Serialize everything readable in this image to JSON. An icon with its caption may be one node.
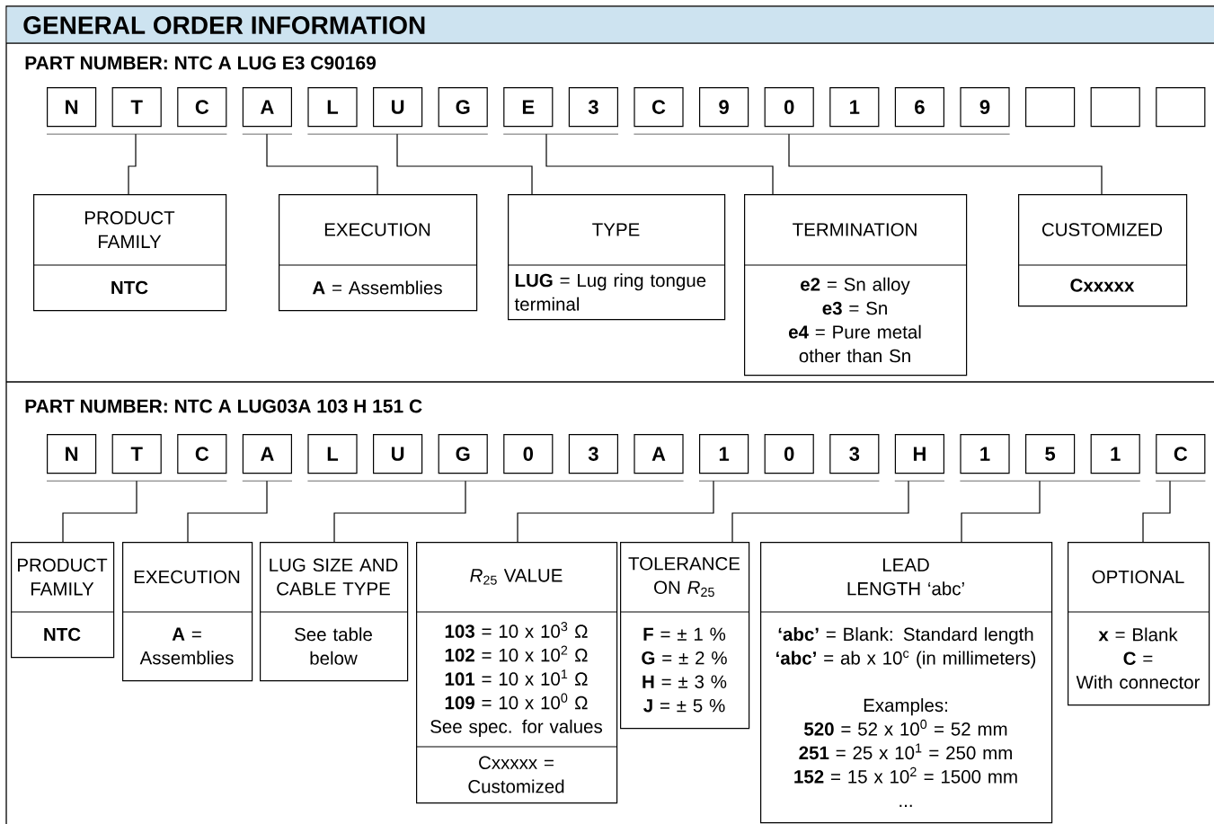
{
  "diagram": {
    "title": "GENERAL ORDER INFORMATION",
    "nodes": [
      {
        "text": [
          "N"
        ]
      },
      {
        "text": [
          "T"
        ]
      },
      {
        "text": [
          "C"
        ]
      },
      {
        "text": [
          "A"
        ]
      },
      {
        "text": [
          "L"
        ]
      },
      {
        "text": [
          "U"
        ]
      },
      {
        "text": [
          "G"
        ]
      },
      {
        "text": [
          "E"
        ]
      },
      {
        "text": [
          "3"
        ]
      },
      {
        "text": [
          "C"
        ]
      },
      {
        "text": [
          "9"
        ]
      },
      {
        "text": [
          "0"
        ]
      },
      {
        "text": [
          "1"
        ]
      },
      {
        "text": [
          "6"
        ]
      },
      {
        "text": [
          "9"
        ]
      },
      {
        "text": [],
        "shape": "box"
      },
      {
        "text": [],
        "shape": "box"
      },
      {
        "text": [],
        "shape": "box"
      },
      {
        "text": [
          "PRODUCT FAMILY",
          "NTC"
        ]
      },
      {
        "text": [
          "EXECUTION",
          "**A** = Assemblies"
        ]
      },
      {
        "text": [
          "TYPE",
          "**LUG** = Lug ring tongue terminal"
        ]
      },
      {
        "text": [
          "TERMINATION",
          "**e2** = Sn alloy",
          "**e3** = Sn",
          "**e4** = Pure metal other than Sn"
        ]
      },
      {
        "text": [
          "CUSTOMIZED",
          "Cxxxxx"
        ]
      },
      {
        "text": [
          "N"
        ]
      },
      {
        "text": [
          "T"
        ]
      },
      {
        "text": [
          "C"
        ]
      },
      {
        "text": [
          "A"
        ]
      },
      {
        "text": [
          "L"
        ]
      },
      {
        "text": [
          "U"
        ]
      },
      {
        "text": [
          "G"
        ]
      },
      {
        "text": [
          "0"
        ]
      },
      {
        "text": [
          "3"
        ]
      },
      {
        "text": [
          "A"
        ]
      },
      {
        "text": [
          "1"
        ]
      },
      {
        "text": [
          "0"
        ]
      },
      {
        "text": [
          "3"
        ]
      },
      {
        "text": [
          "H"
        ]
      },
      {
        "text": [
          "1"
        ]
      },
      {
        "text": [
          "5"
        ]
      },
      {
        "text": [
          "1"
        ]
      },
      {
        "text": [
          "C"
        ]
      },
      {
        "text": [
          "PRODUCT FAMILY",
          "NTC"
        ]
      },
      {
        "text": [
          "EXECUTION",
          "**A** = Assemblies"
        ]
      },
      {
        "text": [
          "LUG SIZE AND CABLE TYPE",
          "See table below"
        ]
      },
      {
        "text": [
          "*R*$_{25}$ VALUE",
          "**103** = 10 x 10$^{3}$ Ω",
          "**102** = 10 x 10$^{2}$ Ω",
          "**101** = 10 x 10$^{1}$ Ω",
          "**109** = 10 x 10$^{0}$ Ω",
          "See spec. for values",
          "Cxxxxx = Customized"
        ]
      },
      {
        "text": [
          "TOLERANCE ON *R*$_{25}$",
          "**F** = ± 1 %",
          "**G** = ± 2 %",
          "**H** = ± 3 %",
          "**J** = ± 5 %"
        ]
      },
      {
        "text": [
          "LEAD LENGTH ‘abc’",
          "**‘abc’** = Blank: Standard length",
          "**‘abc’** = ab x 10$^{c}$ (in millimeters)",
          "Examples:",
          "**520** = 52 x 10$^{0}$ = 52 mm",
          "**251** = 25 x 10$^{1}$ = 250 mm",
          "**152** = 15 x 10$^{2}$ = 1500 mm",
          "..."
        ]
      },
      {
        "text": [
          "OPTIONAL",
          "**x** = Blank",
          "**C** =",
          "With connector"
        ]
      }
    ],
    "edges": [
      {
        "from": 1,
        "to": 18,
        "arrow": "none"
      },
      {
        "from": 3,
        "to": 19,
        "arrow": "none"
      },
      {
        "from": 5,
        "to": 20,
        "arrow": "none"
      },
      {
        "from": 7,
        "to": 21,
        "arrow": "none"
      },
      {
        "from": 11,
        "to": 22,
        "arrow": "none"
      },
      {
        "from": 24,
        "to": 41,
        "arrow": "none"
      },
      {
        "from": 26,
        "to": 42,
        "arrow": "none"
      },
      {
        "from": 29,
        "to": 43,
        "arrow": "none"
      },
      {
        "from": 33,
        "to": 44,
        "arrow": "none"
      },
      {
        "from": 36,
        "to": 45,
        "arrow": "none"
      },
      {
        "from": 38,
        "to": 46,
        "arrow": "none"
      },
      {
        "from": 40,
        "to": 47,
        "arrow": "none"
      }
    ],
    "labels": [
      "PART NUMBER: NTC A LUG E3 C90169",
      "PART NUMBER: NTC A LUG03A 103 H 151 C"
    ]
  }
}
